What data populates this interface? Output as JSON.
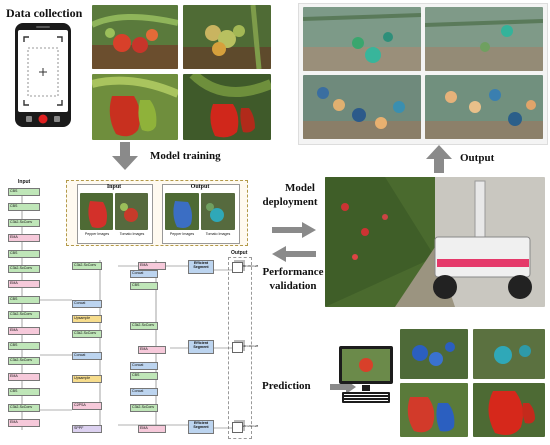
{
  "top_left": {
    "title": "Data collection"
  },
  "stages": {
    "training": "Model training",
    "output": "Output",
    "deployment_line1": "Model",
    "deployment_line2": "deployment",
    "validation_line1": "Performance",
    "validation_line2": "validation",
    "prediction": "Prediction"
  },
  "inset": {
    "input_title": "Input",
    "output_title": "Output",
    "caption_pepper": "Pepper Images",
    "caption_tomato": "Tomato Images"
  },
  "network": {
    "input_label": "Input",
    "output_label": "Output",
    "left_column": [
      "CBS",
      "CBS",
      "C3k2-ScConv",
      "EMA",
      "CBS",
      "C3k2-ScConv",
      "EMA",
      "CBS",
      "C3k2-ScConv",
      "EMA",
      "CBS",
      "C3k2-ScConv",
      "EMA",
      "CBS",
      "C3k2-ScConv",
      "EMA"
    ],
    "mid_column": [
      "C3k2-ScConv",
      "Concat",
      "Upsample",
      "C3k2-ScConv",
      "Concat",
      "Upsample",
      "C2PSA",
      "SPPF"
    ],
    "right_column": [
      "EMA",
      "Concat",
      "CBS",
      "C3k2-ScConv",
      "EMA",
      "Concat",
      "CBS",
      "Concat",
      "C3k2-ScConv",
      "EMA"
    ],
    "heads": [
      "Efficient Segment",
      "Efficient Segment",
      "Efficient Segment"
    ],
    "output_sizes": [
      "80×80×128",
      "40×40×128",
      "20×20×128"
    ]
  },
  "colors": {
    "arrow": "#888888",
    "block_green": "#bfe6b8",
    "block_pink": "#f6c9da",
    "block_blue": "#bcd4ef",
    "block_yellow": "#f6dc8c"
  }
}
